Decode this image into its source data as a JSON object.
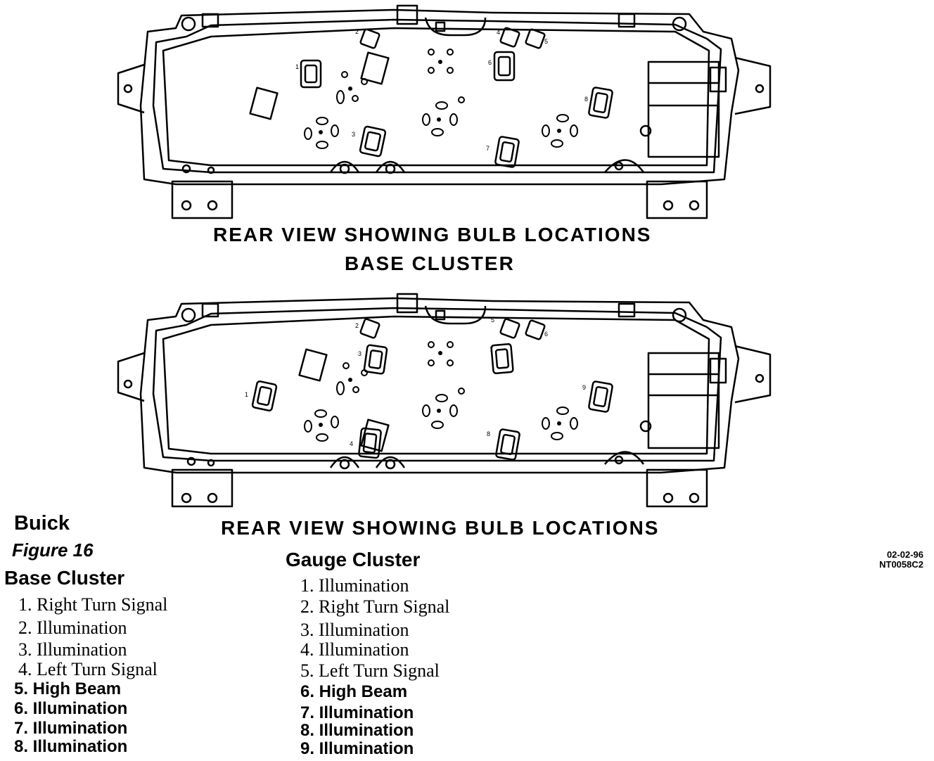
{
  "top_diagram": {
    "caption_line1": "REAR VIEW SHOWING BULB LOCATIONS",
    "caption_line2": "BASE CLUSTER",
    "bulb_numbers": [
      "1",
      "2",
      "3",
      "4",
      "5",
      "6",
      "7",
      "8"
    ]
  },
  "bottom_diagram": {
    "caption": "REAR VIEW SHOWING BULB LOCATIONS",
    "bulb_numbers": [
      "1",
      "2",
      "3",
      "4",
      "5",
      "6",
      "7",
      "8",
      "9"
    ]
  },
  "legend": {
    "make": "Buick",
    "figure": "Figure 16",
    "base_title": "Base Cluster",
    "base_items": [
      "1. Right Turn Signal",
      "2. Illumination",
      "3. Illumination",
      "4. Left Turn Signal",
      "5. High Beam",
      "6. Illumination",
      "7. Illumination",
      "8. Illumination"
    ],
    "gauge_title": "Gauge Cluster",
    "gauge_items": [
      "1. Illumination",
      "2. Right Turn Signal",
      "3. Illumination",
      "4. Illumination",
      "5. Left Turn Signal",
      "6. High Beam",
      "7. Illumination",
      "8. Illumination",
      "9. Illumination"
    ]
  },
  "doc_code": {
    "date": "02-02-96",
    "id": "NT0058C2"
  }
}
